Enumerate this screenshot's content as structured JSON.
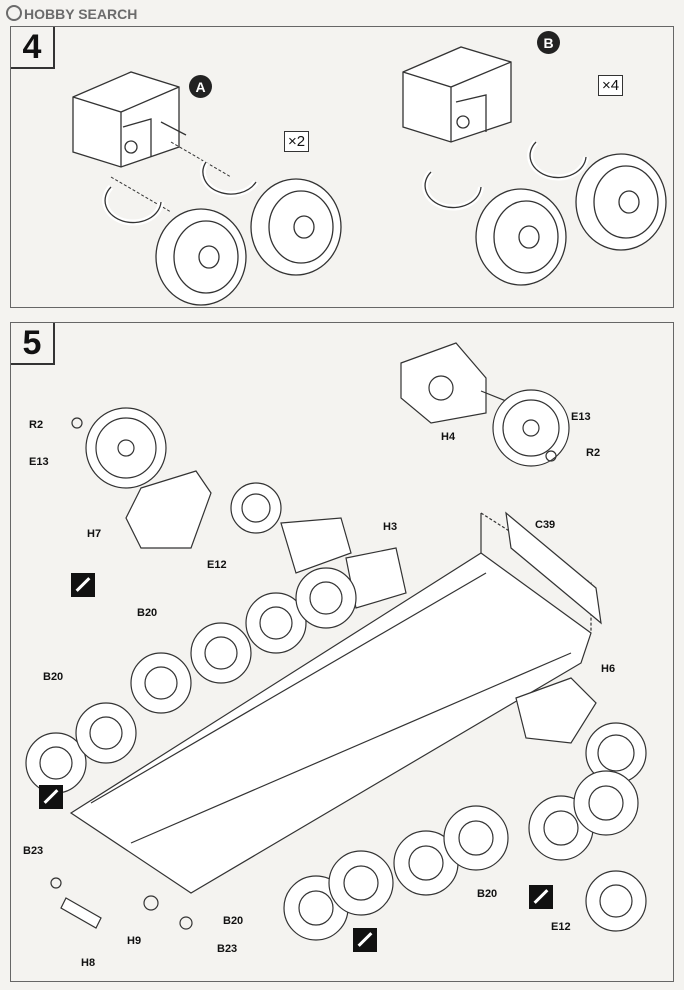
{
  "watermark": {
    "brand": "HOBBY SEARCH"
  },
  "steps": [
    {
      "number": "4",
      "callouts": [
        "A",
        "B"
      ],
      "multipliers": [
        "×2",
        "×4"
      ]
    },
    {
      "number": "5"
    }
  ],
  "parts": {
    "r2_left": "R2",
    "e13_left": "E13",
    "h7": "H7",
    "e12_mid": "E12",
    "h3": "H3",
    "h4": "H4",
    "e13_right": "E13",
    "r2_right": "R2",
    "c39": "C39",
    "b20_top": "B20",
    "b20_left": "B20",
    "h6": "H6",
    "b20_bottom": "B20",
    "b20_right": "B20",
    "b23_left": "B23",
    "b23_bottom": "B23",
    "h9": "H9",
    "h8": "H8",
    "e12_bottom": "E12"
  }
}
